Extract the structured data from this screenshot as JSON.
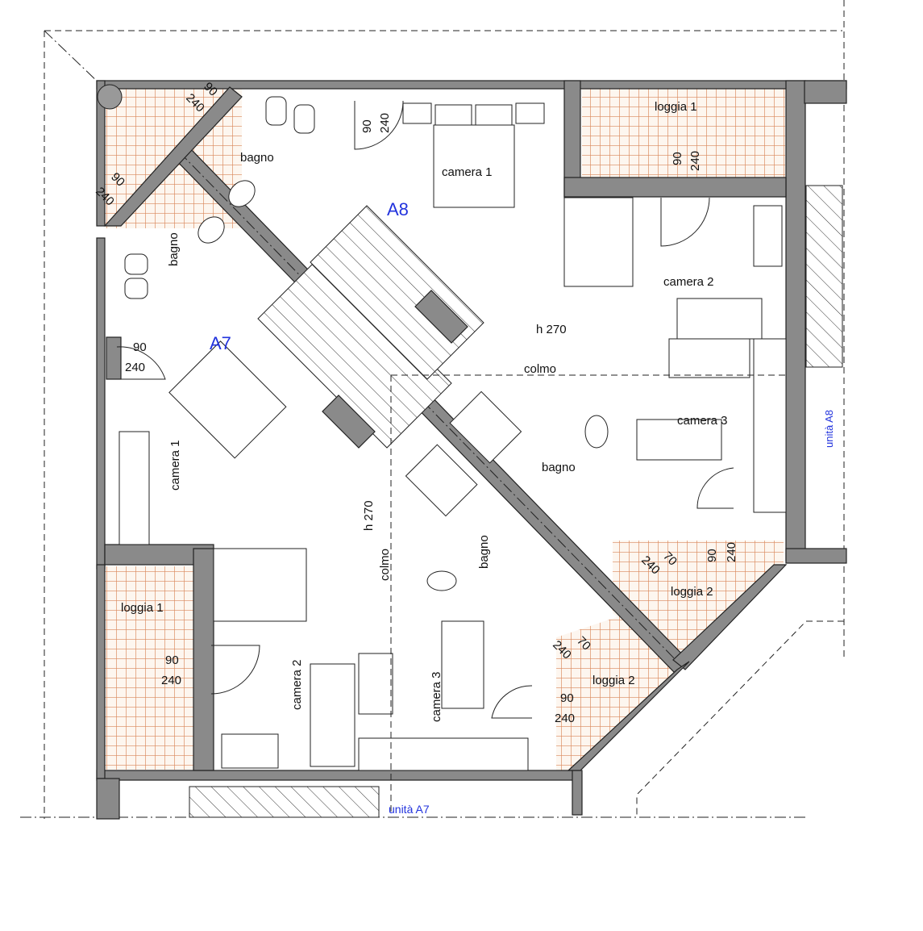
{
  "units": {
    "a8": "A8",
    "a7": "A7",
    "unit_a8": "unità A8",
    "unit_a7": "unità A7"
  },
  "rooms": {
    "a8_bagno": "bagno",
    "a8_camera1": "camera 1",
    "a8_loggia1": "loggia 1",
    "a8_camera2": "camera 2",
    "a8_h": "h 270",
    "a8_colmo": "colmo",
    "a8_camera3": "camera 3",
    "a8_bagno2": "bagno",
    "a8_loggia2": "loggia 2",
    "a7_bagno": "bagno",
    "a7_camera1": "camera 1",
    "a7_h": "h 270",
    "a7_colmo": "colmo",
    "a7_bagno2": "bagno",
    "a7_loggia1": "loggia 1",
    "a7_camera2": "camera 2",
    "a7_camera3": "camera 3",
    "a7_loggia2": "loggia 2"
  },
  "dims": {
    "d90": "90",
    "d240": "240",
    "d70": "70"
  },
  "colors": {
    "tile": "#d9875a",
    "wall": "#8a8a8a",
    "unit_text": "#2233dd"
  }
}
